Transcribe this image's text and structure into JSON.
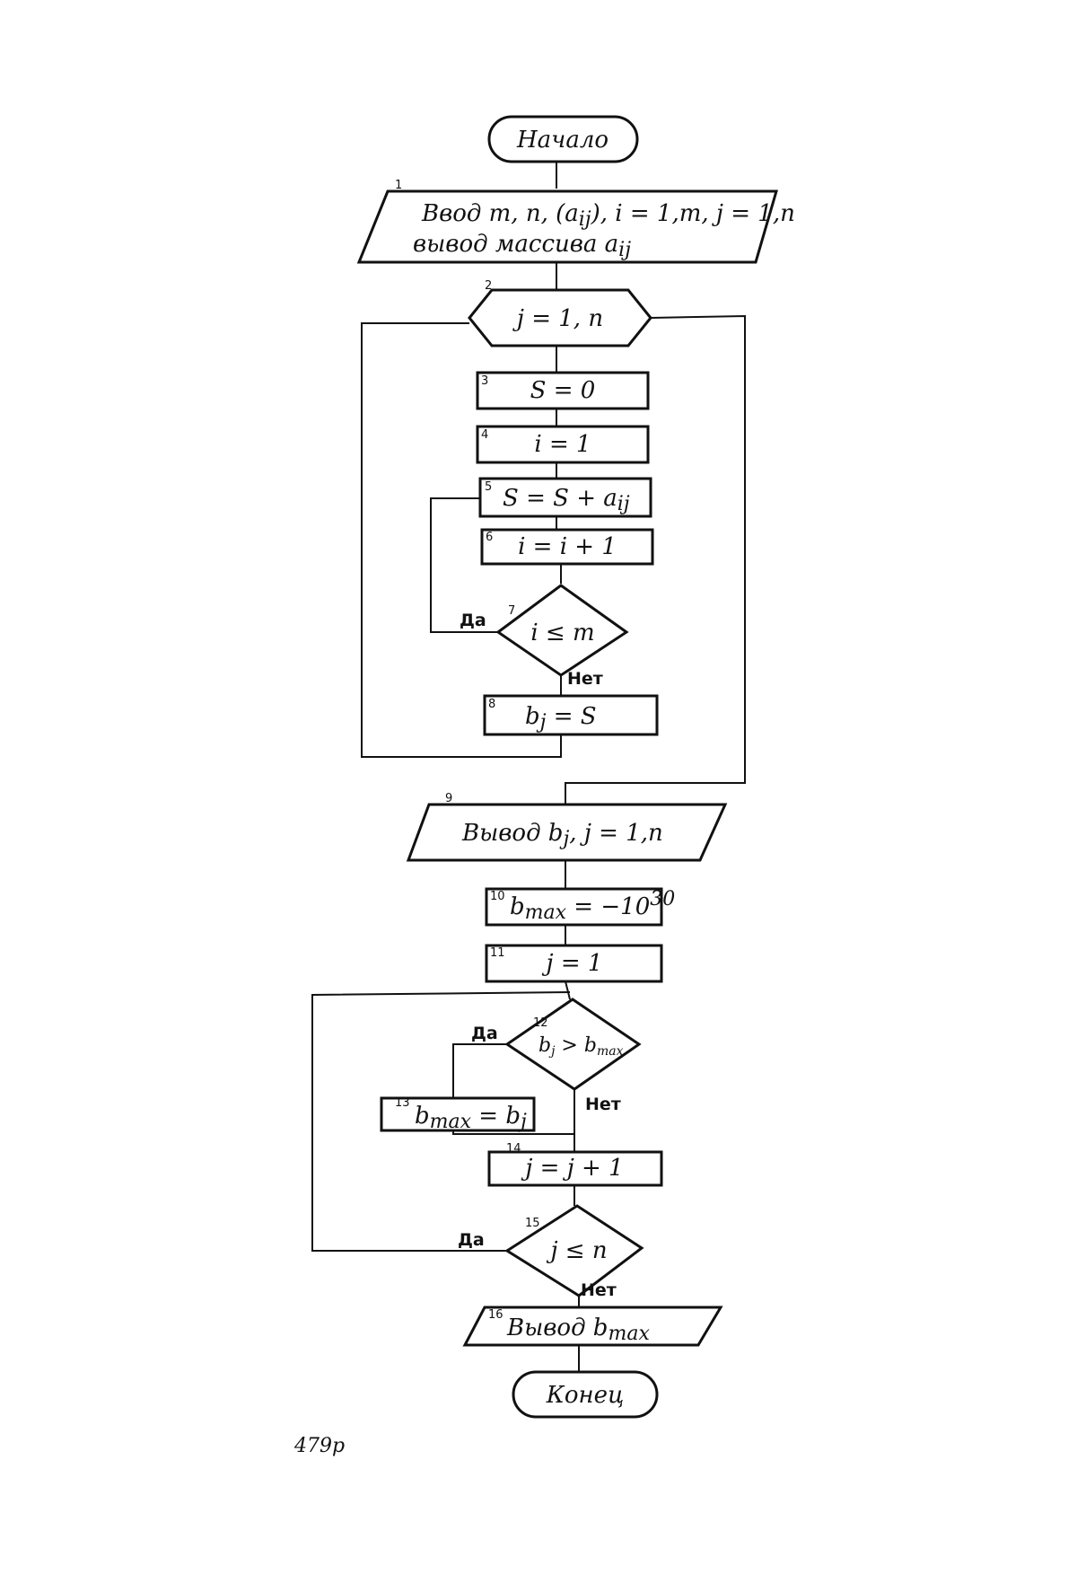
{
  "flowchart": {
    "start": "Начало",
    "end": "Конец",
    "blocks": [
      {
        "num": "1",
        "line1": "Ввод m, n, (a",
        "line1_tail": "ij",
        "line1_rest": "), i = 1,m, j = 1,n",
        "line2": "вывод массива a",
        "line2_tail": "ij"
      },
      {
        "num": "2",
        "text": "j = 1, n"
      },
      {
        "num": "3",
        "text": "S = 0"
      },
      {
        "num": "4",
        "text": "i = 1"
      },
      {
        "num": "5",
        "text": "S = S + a",
        "tail": "ij"
      },
      {
        "num": "6",
        "text": "i = i + 1"
      },
      {
        "num": "7",
        "text": "i ≤ m"
      },
      {
        "num": "8",
        "text": "b",
        "tail": "j",
        "rest": " = S"
      },
      {
        "num": "9",
        "text": "Вывод b",
        "tail": "j",
        "rest": ", j = 1,n"
      },
      {
        "num": "10",
        "text": "b",
        "tail": "max",
        "rest": " = −10",
        "sup": "30"
      },
      {
        "num": "11",
        "text": "j = 1"
      },
      {
        "num": "12",
        "text": "b",
        "tail": "j",
        "rest": " > b",
        "tail2": "max"
      },
      {
        "num": "13",
        "text": "b",
        "tail": "max",
        "rest": " = b",
        "tail2": "j"
      },
      {
        "num": "14",
        "text": "j = j + 1"
      },
      {
        "num": "15",
        "text": "j ≤ n"
      },
      {
        "num": "16",
        "text": "Вывод b",
        "tail": "max"
      }
    ],
    "labels": {
      "yes": "Да",
      "no": "Нет"
    }
  },
  "footer": {
    "code": "479р"
  }
}
